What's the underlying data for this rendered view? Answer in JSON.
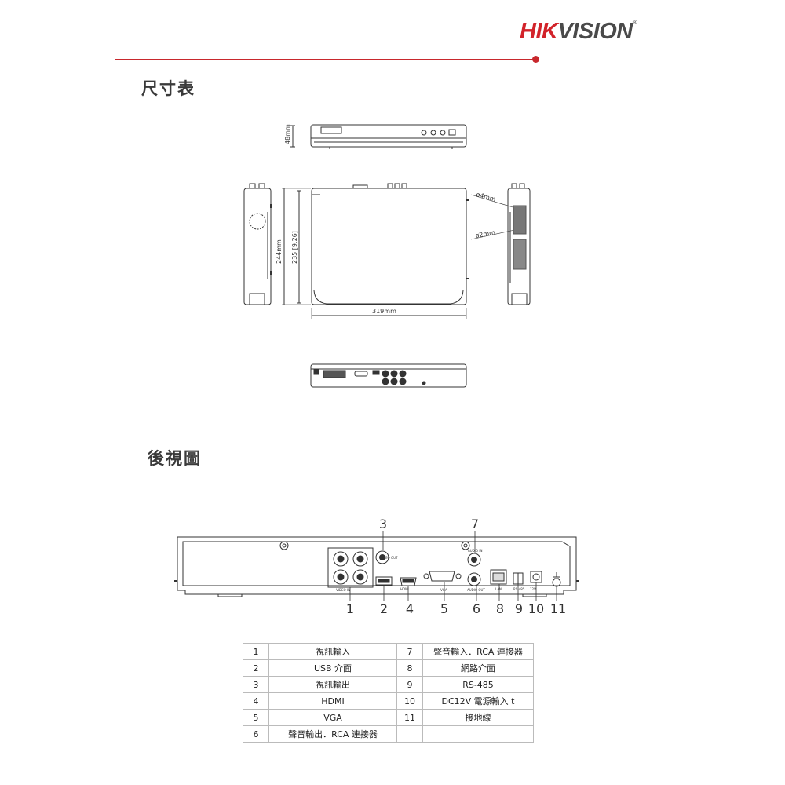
{
  "brand": {
    "part1": "HIK",
    "part2": "VISION",
    "mark": "®"
  },
  "sections": {
    "dimensions_title": "尺寸表",
    "rear_view_title": "後視圖"
  },
  "dimensions": {
    "height": "48mm",
    "depth_outer": "244mm",
    "depth_inner": "235 [9.26]",
    "width": "319mm",
    "hole_large": "ø4mm",
    "hole_small": "ø2mm"
  },
  "rear_panel": {
    "callouts_top": [
      "3",
      "7"
    ],
    "callouts_bottom": [
      "1",
      "2",
      "4",
      "5",
      "6",
      "8",
      "9",
      "10",
      "11"
    ],
    "port_labels": [
      "VIDEO IN",
      "VIDEO OUT",
      "HDMI",
      "VGA",
      "AUDIO OUT",
      "AUDIO IN",
      "LAN",
      "RS-485",
      "12V"
    ]
  },
  "spec_table": [
    {
      "n1": "1",
      "d1": "視訊輸入",
      "n2": "7",
      "d2": "聲音輸入．RCA 連接器"
    },
    {
      "n1": "2",
      "d1": "USB 介面",
      "n2": "8",
      "d2": "網路介面"
    },
    {
      "n1": "3",
      "d1": "視訊輸出",
      "n2": "9",
      "d2": "RS-485"
    },
    {
      "n1": "4",
      "d1": "HDMI",
      "n2": "10",
      "d2": "DC12V 電源輸入 t"
    },
    {
      "n1": "5",
      "d1": "VGA",
      "n2": "11",
      "d2": "接地線"
    },
    {
      "n1": "6",
      "d1": "聲音輸出．RCA 連接器",
      "n2": "",
      "d2": ""
    }
  ],
  "colors": {
    "brand_red": "#d2232a",
    "brand_gray": "#4a4a4a",
    "rule_red": "#c8282d"
  }
}
